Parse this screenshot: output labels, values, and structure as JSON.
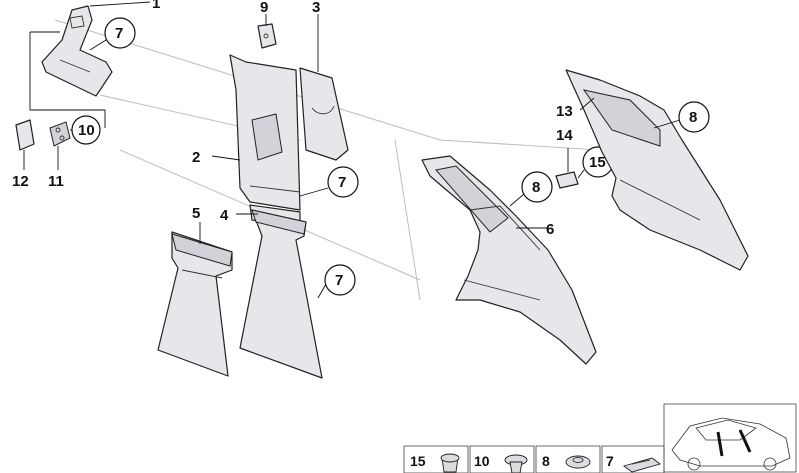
{
  "diagram": {
    "labels": {
      "p1": "1",
      "p2": "2",
      "p3": "3",
      "p4": "4",
      "p5": "5",
      "p6": "6",
      "p9": "9",
      "p11": "11",
      "p12": "12",
      "p13": "13",
      "p14": "14"
    },
    "circle_labels": {
      "c7a": "7",
      "c7b": "7",
      "c7c": "7",
      "c8a": "8",
      "c8b": "8",
      "c10": "10",
      "c15": "15"
    },
    "legend": [
      {
        "num": "15",
        "icon": "push-clip-icon"
      },
      {
        "num": "10",
        "icon": "expanding-rivet-icon"
      },
      {
        "num": "8",
        "icon": "round-clip-icon"
      },
      {
        "num": "7",
        "icon": "panel-clip-icon"
      }
    ]
  }
}
